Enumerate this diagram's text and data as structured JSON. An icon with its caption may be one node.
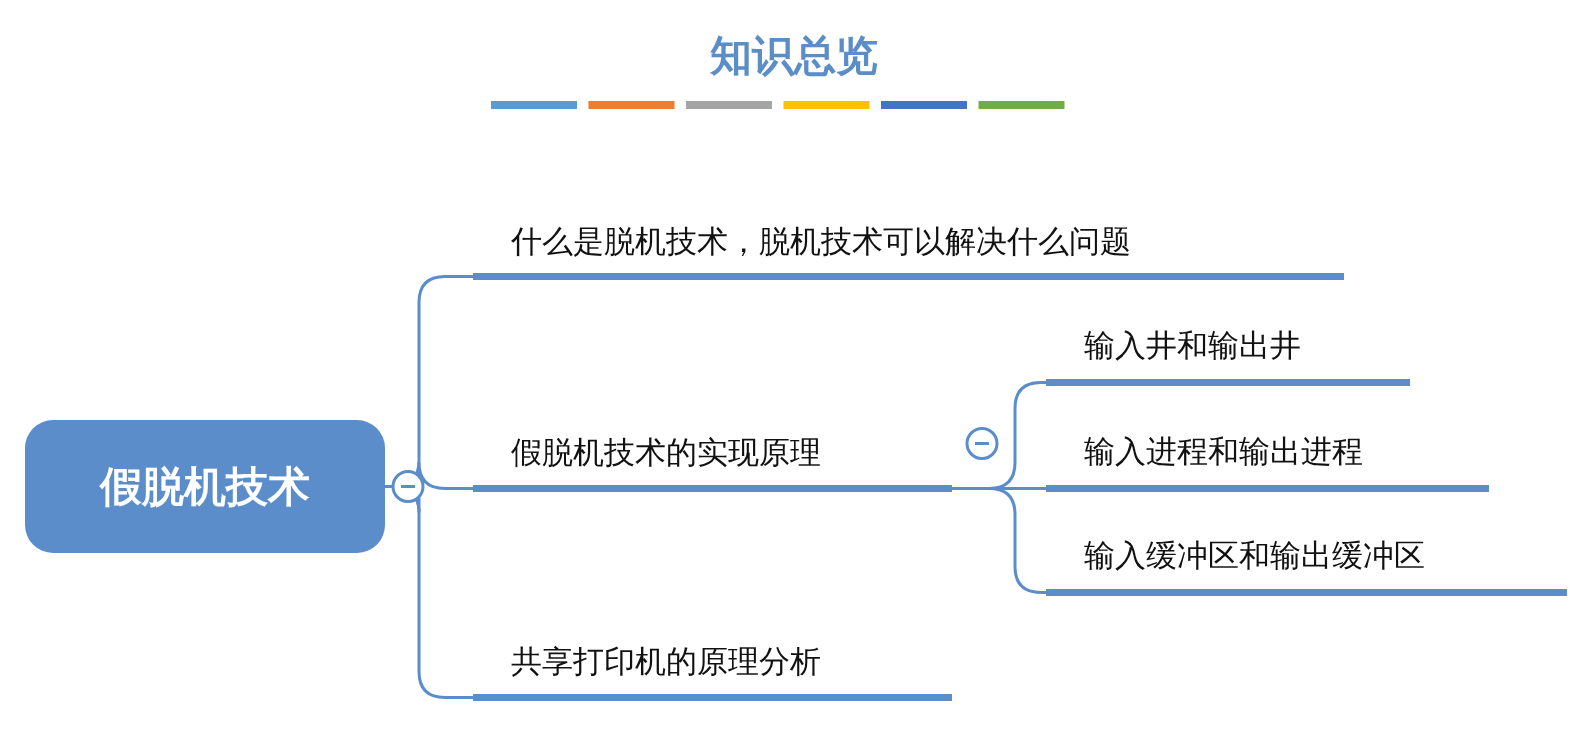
{
  "diagram": {
    "title": "知识总览",
    "nodes": [
      {
        "text": [
          "假脱机技术"
        ]
      },
      {
        "text": [
          "什么是脱机技术，脱机技术可以解决什么问题"
        ]
      },
      {
        "text": [
          "假脱机技术的实现原理"
        ]
      },
      {
        "text": [
          "输入井和输出井"
        ]
      },
      {
        "text": [
          "输入进程和输出进程"
        ]
      },
      {
        "text": [
          "输入缓冲区和输出缓冲区"
        ]
      },
      {
        "text": [
          "共享打印机的原理分析"
        ]
      }
    ],
    "edges": [
      {
        "from": 0,
        "to": 1,
        "arrow": "none"
      },
      {
        "from": 0,
        "to": 2,
        "arrow": "none"
      },
      {
        "from": 0,
        "to": 6,
        "arrow": "none"
      },
      {
        "from": 2,
        "to": 3,
        "arrow": "none"
      },
      {
        "from": 2,
        "to": 4,
        "arrow": "none"
      },
      {
        "from": 2,
        "to": 5,
        "arrow": "none"
      }
    ]
  }
}
